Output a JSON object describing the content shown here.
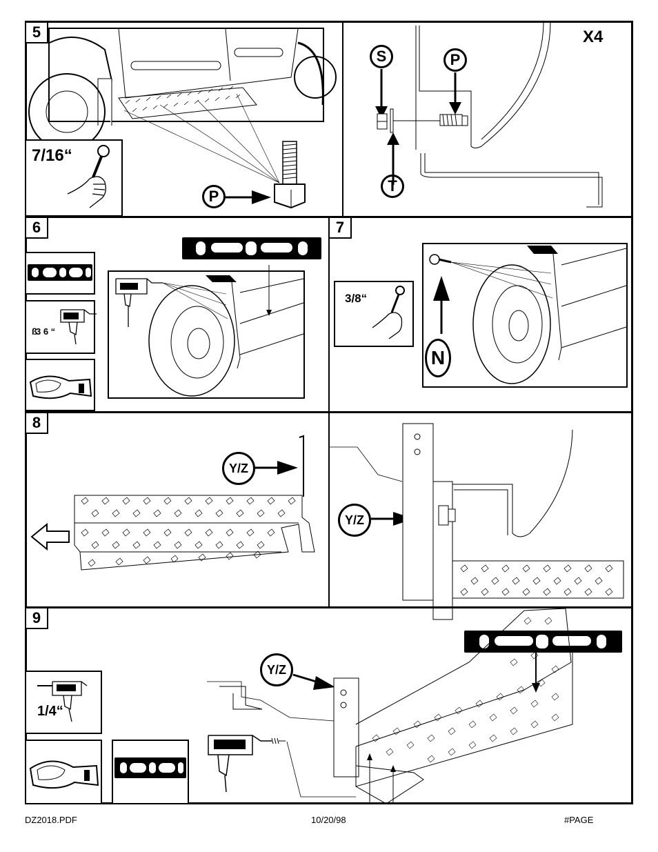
{
  "steps": {
    "s5": "5",
    "s6": "6",
    "s7": "7",
    "s8": "8",
    "s9": "9"
  },
  "step5": {
    "wrench_size": "7/16“",
    "quantity": "X4",
    "callouts": {
      "p1": "P",
      "s": "S",
      "p2": "P",
      "t": "T"
    }
  },
  "step6": {
    "drill_size": "3 6 “",
    "drill_prefix": "ß"
  },
  "step7": {
    "wrench_size": "3/8“",
    "callout_n": "N"
  },
  "step8": {
    "callout_left": "Y/Z",
    "callout_right": "Y/Z"
  },
  "step9": {
    "drill_size": "1/4“",
    "callout": "Y/Z"
  },
  "footer": {
    "file": "DZ2018.PDF",
    "date": "10/20/98",
    "page": "#PAGE"
  },
  "icons": [
    "wrench-icon",
    "drill-icon",
    "safety-goggles-icon",
    "level-icon",
    "bolt-icon",
    "arrow-icon"
  ]
}
